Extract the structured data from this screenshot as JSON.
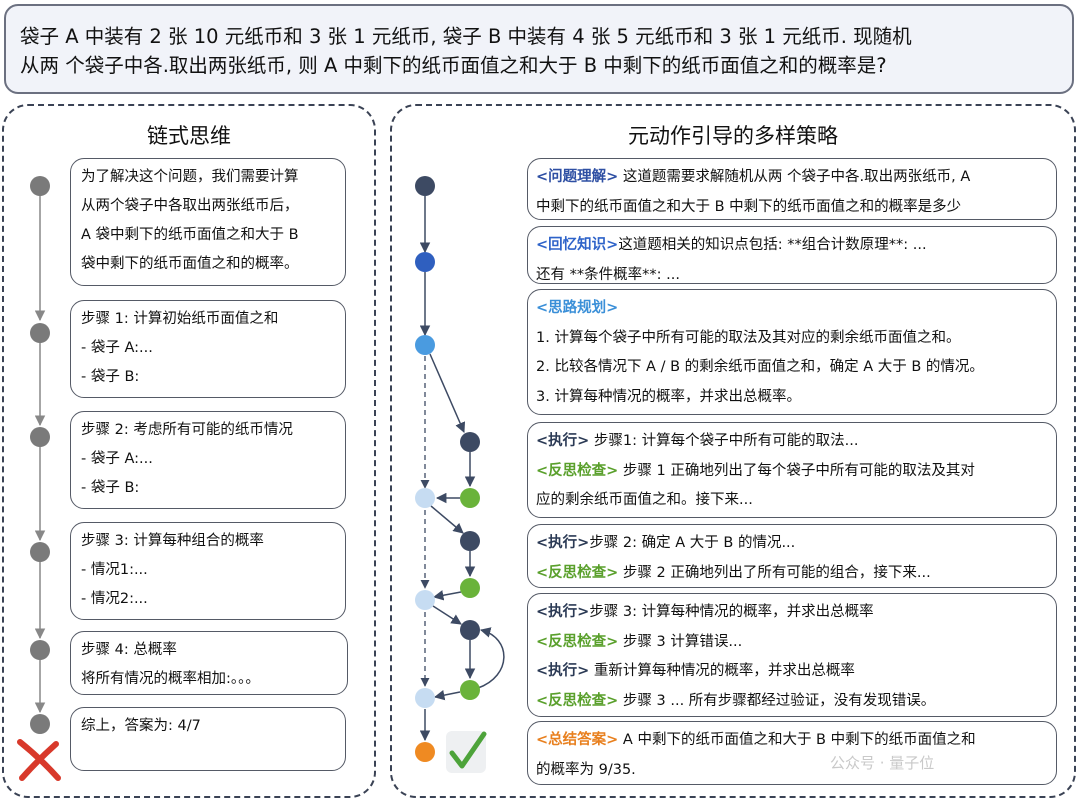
{
  "question": {
    "line1": "袋子 A 中装有 2 张 10 元纸币和 3 张 1 元纸币, 袋子 B 中装有 4 张 5 元纸币和 3 张 1 元纸币. 现随机",
    "line2": "从两 个袋子中各.取出两张纸币, 则 A 中剩下的纸币面值之和大于 B 中剩下的纸币面值之和的概率是?"
  },
  "left_panel": {
    "title": "链式思维",
    "boxes": [
      {
        "lines": [
          "为了解决这个问题，我们需要计算",
          "从两个袋子中各取出两张纸币后，",
          "A 袋中剩下的纸币面值之和大于 B",
          "袋中剩下的纸币面值之和的概率。"
        ]
      },
      {
        "lines": [
          "步骤 1: 计算初始纸币面值之和",
          "- 袋子 A:...",
          "- 袋子 B:"
        ]
      },
      {
        "lines": [
          "步骤 2: 考虑所有可能的纸币情况",
          "- 袋子 A:...",
          "- 袋子 B:"
        ]
      },
      {
        "lines": [
          "步骤 3: 计算每种组合的概率",
          "- 情况1:...",
          "- 情况2:..."
        ]
      },
      {
        "lines": [
          "步骤 4:  总概率",
          "将所有情况的概率相加:。。。"
        ]
      },
      {
        "lines": [
          "综上，答案为:  4/7"
        ]
      }
    ],
    "result_icon": "red-cross-icon"
  },
  "right_panel": {
    "title": "元动作引导的多样策略",
    "understand": {
      "tag": "<问题理解>",
      "text1": " 这道题需要求解随机从两 个袋子中各.取出两张纸币, A",
      "line2": "中剩下的纸币面值之和大于 B 中剩下的纸币面值之和的概率是多少"
    },
    "recall": {
      "tag": "<回忆知识>",
      "text1": "这道题相关的知识点包括: **组合计数原理**: ...",
      "line2": "还有 **条件概率**: ..."
    },
    "plan": {
      "tag": "<思路规划>",
      "items": [
        "1.   计算每个袋子中所有可能的取法及其对应的剩余纸币面值之和。",
        "2.   比较各情况下 A / B 的剩余纸币面值之和，确定 A 大于 B 的情况。",
        "3.   计算每种情况的概率，并求出总概率。"
      ]
    },
    "exec1": {
      "tag": "<执行>",
      "text": " 步骤1: 计算每个袋子中所有可能的取法..."
    },
    "reflect1": {
      "tag": "<反思检查>",
      "text": " 步骤 1 正确地列出了每个袋子中所有可能的取法及其对",
      "line2": "应的剩余纸币面值之和。接下来..."
    },
    "exec2": {
      "tag": "<执行>",
      "text": "步骤 2: 确定 A 大于 B 的情况..."
    },
    "reflect2": {
      "tag": "<反思检查>",
      "text": " 步骤 2 正确地列出了所有可能的组合，接下来..."
    },
    "exec3": {
      "tag": "<执行>",
      "text": "步骤 3: 计算每种情况的概率，并求出总概率"
    },
    "reflect3": {
      "tag": "<反思检查>",
      "text": " 步骤 3 计算错误..."
    },
    "exec4": {
      "tag": "<执行>",
      "text": " 重新计算每种情况的概率，并求出总概率"
    },
    "reflect4": {
      "tag": "<反思检查>",
      "text": " 步骤 3 ... 所有步骤都经过验证，没有发现错误。"
    },
    "summary": {
      "tag": "<总结答案>",
      "text": " A 中剩下的纸币面值之和大于 B 中剩下的纸币面值之和",
      "line2": "的概率为 9/35."
    },
    "result_icon": "green-check-icon",
    "watermark": "公众号 · 量子位"
  },
  "colors": {
    "node_gray": "#7a7a7a",
    "node_dark": "#3d4a63",
    "node_blue": "#2f5fbf",
    "node_light_blue": "#4a9be0",
    "node_pale_blue": "#c6dcf2",
    "node_green": "#6ab33a",
    "node_orange": "#ef8a22",
    "cross_red": "#d8392b",
    "check_green": "#4da33a"
  }
}
